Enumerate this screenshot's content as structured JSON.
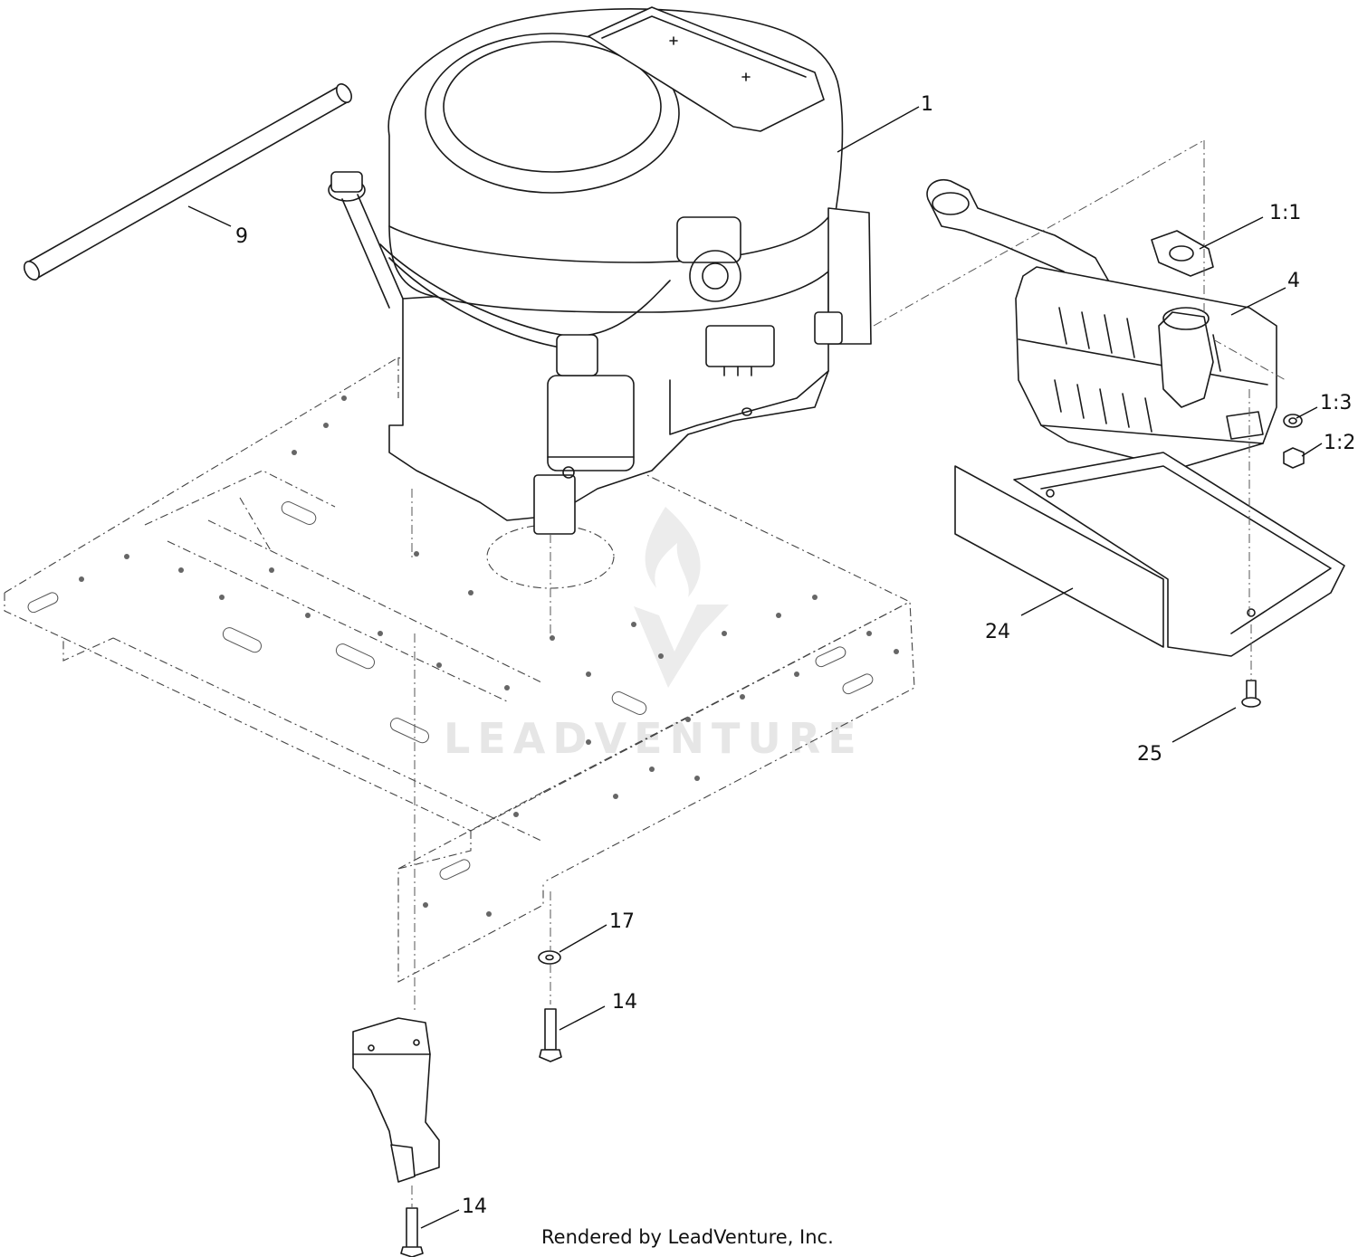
{
  "diagram": {
    "callouts": {
      "c1": "1",
      "c9": "9",
      "c1_1": "1:1",
      "c4": "4",
      "c1_3": "1:3",
      "c1_2": "1:2",
      "c24": "24",
      "c25": "25",
      "c17": "17",
      "c14a": "14",
      "c14b": "14"
    },
    "watermark": "LEADVENTURE",
    "footer": "Rendered by LeadVenture, Inc."
  }
}
